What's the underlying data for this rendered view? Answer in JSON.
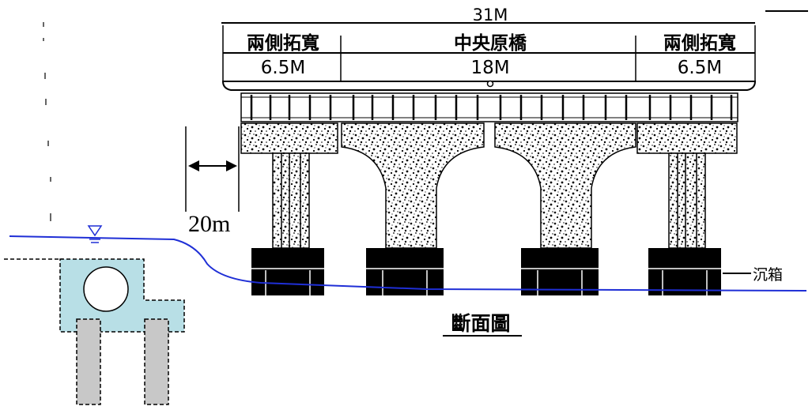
{
  "bridge": {
    "total_width_label": "31M",
    "left_section_label": "兩側拓寬",
    "left_section_width": "6.5M",
    "center_section_label": "中央原橋",
    "center_section_width": "18M",
    "right_section_label": "兩側拓寬",
    "right_section_width": "6.5M",
    "caisson_label": "沉箱",
    "section_title": "斷面圖"
  },
  "annotations": {
    "distance_label": "20m"
  },
  "colors": {
    "water_line": "#1f2fd6",
    "culvert_fill": "#b8dfe6",
    "pile_fill": "#c8c8c8",
    "ink": "#000000"
  }
}
